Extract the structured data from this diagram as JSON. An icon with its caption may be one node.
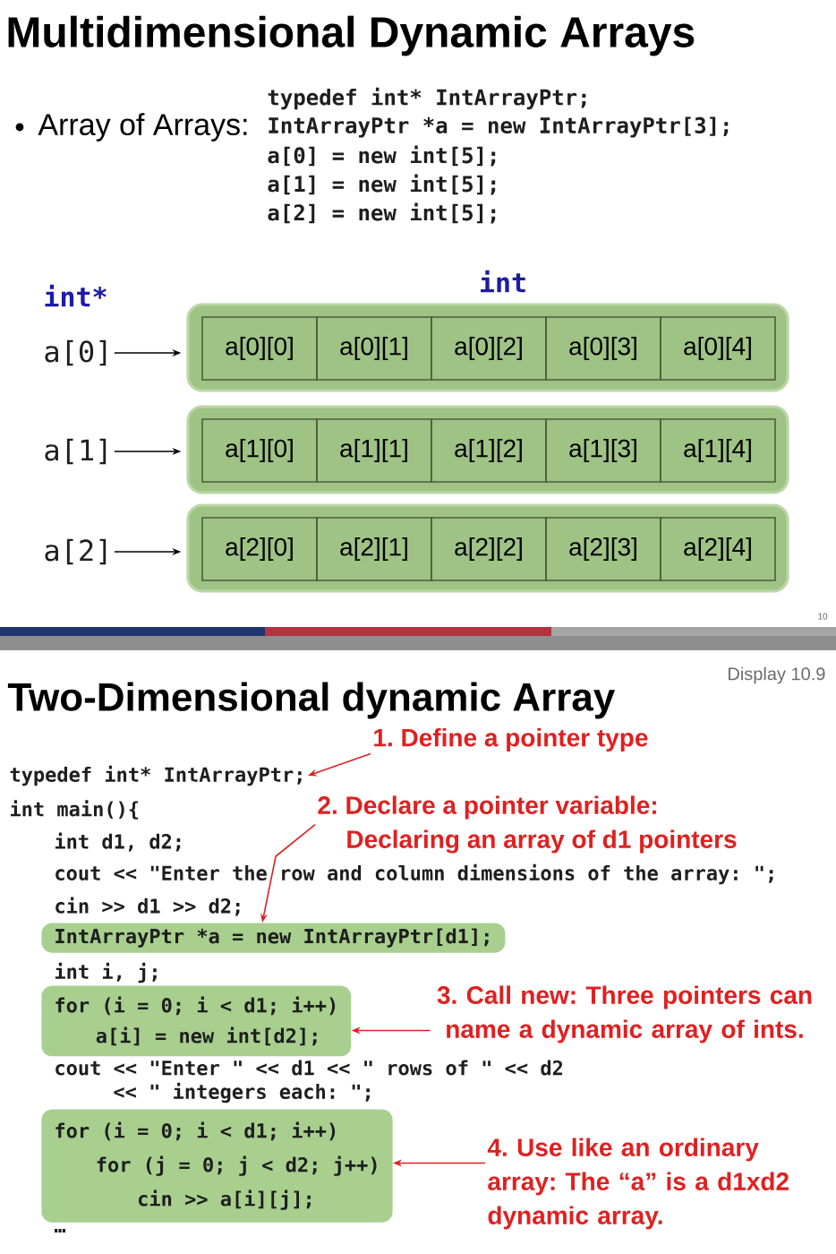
{
  "diagram": {
    "title": "Multidimensional Dynamic Arrays",
    "nodes": [
      {
        "text": [
          "a[0]"
        ]
      },
      {
        "text": [],
        "shape": "box"
      },
      {
        "text": [
          "a[0][0]"
        ],
        "in": 1
      },
      {
        "text": [
          "a[0][1]"
        ],
        "in": 1
      },
      {
        "text": [
          "a[0][2]"
        ],
        "in": 1
      },
      {
        "text": [
          "a[0][3]"
        ],
        "in": 1
      },
      {
        "text": [
          "a[0][4]"
        ],
        "in": 1
      },
      {
        "text": [
          "a[1]"
        ]
      },
      {
        "text": [],
        "shape": "box"
      },
      {
        "text": [
          "a[1][0]"
        ],
        "in": 8
      },
      {
        "text": [
          "a[1][1]"
        ],
        "in": 8
      },
      {
        "text": [
          "a[1][2]"
        ],
        "in": 8
      },
      {
        "text": [
          "a[1][3]"
        ],
        "in": 8
      },
      {
        "text": [
          "a[1][4]"
        ],
        "in": 8
      },
      {
        "text": [
          "a[2]"
        ]
      },
      {
        "text": [],
        "shape": "box"
      },
      {
        "text": [
          "a[2][0]"
        ],
        "in": 15
      },
      {
        "text": [
          "a[2][1]"
        ],
        "in": 15
      },
      {
        "text": [
          "a[2][2]"
        ],
        "in": 15
      },
      {
        "text": [
          "a[2][3]"
        ],
        "in": 15
      },
      {
        "text": [
          "a[2][4]"
        ],
        "in": 15
      },
      {
        "text": [
          "1. Define a pointer type"
        ]
      },
      {
        "text": [
          "typedef int* IntArrayPtr;"
        ]
      },
      {
        "text": [
          "2. Declare a pointer variable:",
          "Declaring an array of d1 pointers"
        ]
      },
      {
        "text": [
          "IntArrayPtr *a = new IntArrayPtr[d1];"
        ]
      },
      {
        "text": [
          "for (i = 0; i < d1; i++)",
          "a[i] = new int[d2];"
        ]
      },
      {
        "text": [
          "3. Call new: Three pointers can name a dynamic array of ints."
        ]
      },
      {
        "text": [
          "for (i = 0; i < d1; i++)",
          "for (j = 0; j < d2; j++)",
          "cin >> a[i][j];"
        ]
      },
      {
        "text": [
          "4. Use like an ordinary array: The “a” is a d1xd2 dynamic array."
        ]
      }
    ],
    "edges": [
      {
        "from": 0,
        "to": 1,
        "arrow": "to",
        "color": "#000000"
      },
      {
        "from": 7,
        "to": 8,
        "arrow": "to",
        "color": "#000000"
      },
      {
        "from": 14,
        "to": 15,
        "arrow": "to",
        "color": "#000000"
      },
      {
        "from": 21,
        "to": 22,
        "arrow": "to",
        "color": "#e02020"
      },
      {
        "from": 23,
        "to": 24,
        "arrow": "to",
        "color": "#e02020"
      },
      {
        "from": 26,
        "to": 25,
        "arrow": "to",
        "color": "#e02020"
      },
      {
        "from": 28,
        "to": 27,
        "arrow": "to",
        "color": "#e02020"
      }
    ],
    "labels": [
      "typedef int* IntArrayPtr;",
      "Array of Arrays:",
      "IntArrayPtr *a = new IntArrayPtr[3];",
      "a[0] = new int[5];",
      "a[1] = new int[5];",
      "a[2] = new int[5];",
      "int*",
      "int",
      "10",
      "Two-Dimensional dynamic Array",
      "Display 10.9",
      "int main(){",
      "int d1, d2;",
      "cout << \"Enter the row and column dimensions of the array: \";",
      "cin >> d1 >> d2;",
      "int i, j;",
      "cout << \"Enter \" << d1 << \" rows of \" << d2",
      "<< \" integers each: \";",
      "…"
    ]
  }
}
